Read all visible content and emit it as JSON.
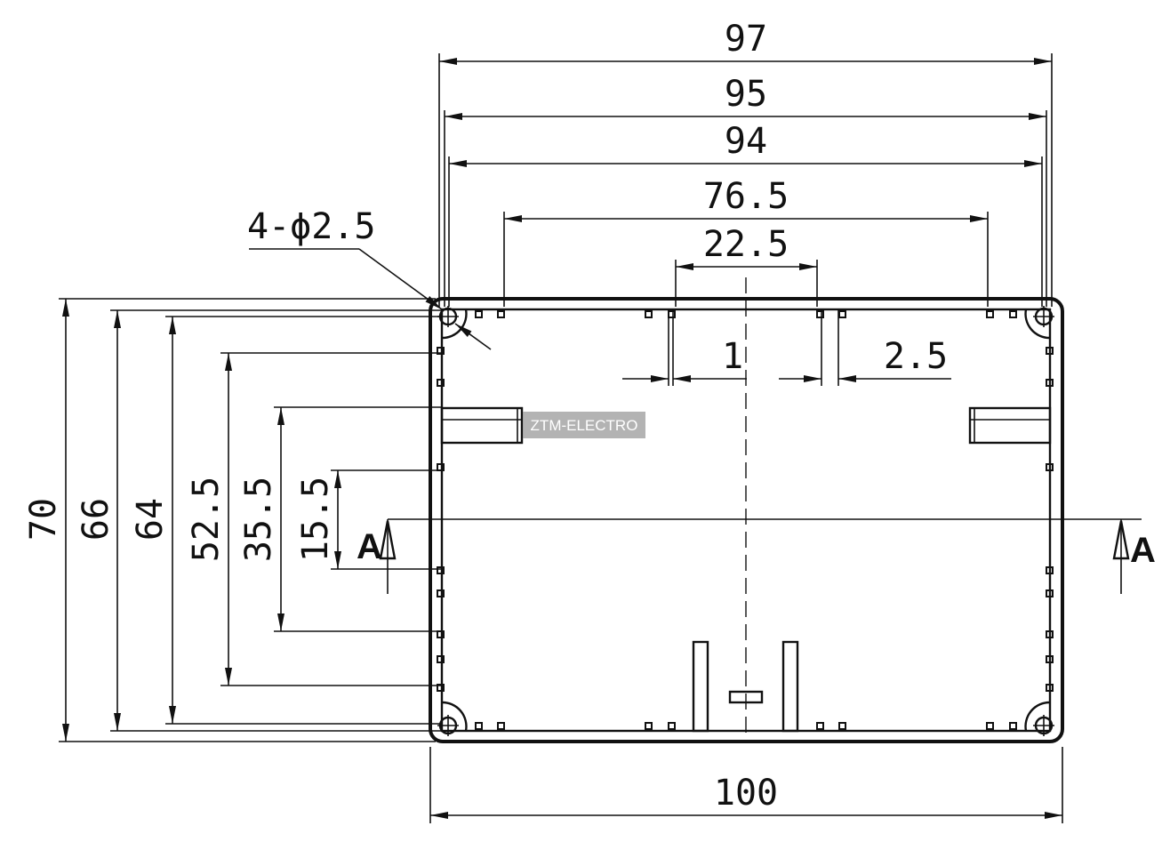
{
  "dimensions": {
    "top": [
      "97",
      "95",
      "94",
      "76.5",
      "22.5"
    ],
    "bottom": "100",
    "left": [
      "70",
      "66",
      "64",
      "52.5",
      "35.5",
      "15.5"
    ],
    "detail": [
      "1",
      "2.5"
    ],
    "holes": "4-ϕ2.5"
  },
  "section": {
    "left_label": "A",
    "right_label": "A"
  },
  "watermark": "ZTM-ELECTRO"
}
